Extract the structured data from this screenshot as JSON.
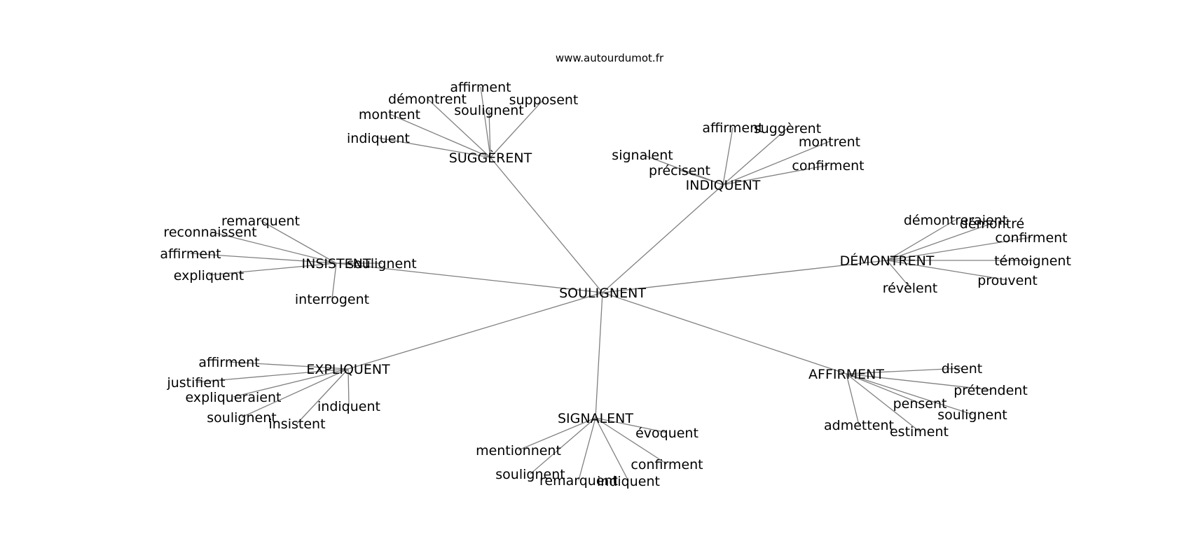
{
  "source_label": "www.autourdumot.fr",
  "center": {
    "id": "center",
    "label": "SOULIGNENT"
  },
  "groups": [
    {
      "id": "sugg",
      "label": "SUGGÈRENT",
      "children": [
        {
          "id": "sugg-1",
          "label": "affirment"
        },
        {
          "id": "sugg-2",
          "label": "démontrent"
        },
        {
          "id": "sugg-3",
          "label": "supposent"
        },
        {
          "id": "sugg-4",
          "label": "soulignent"
        },
        {
          "id": "sugg-5",
          "label": "montrent"
        },
        {
          "id": "sugg-6",
          "label": "indiquent"
        }
      ]
    },
    {
      "id": "indi",
      "label": "INDIQUENT",
      "children": [
        {
          "id": "indi-1",
          "label": "affirment"
        },
        {
          "id": "indi-2",
          "label": "suggèrent"
        },
        {
          "id": "indi-3",
          "label": "montrent"
        },
        {
          "id": "indi-4",
          "label": "signalent"
        },
        {
          "id": "indi-5",
          "label": "confirment"
        },
        {
          "id": "indi-6",
          "label": "précisent"
        }
      ]
    },
    {
      "id": "demo",
      "label": "DÉMONTRENT",
      "children": [
        {
          "id": "demo-1",
          "label": "démontreraient"
        },
        {
          "id": "demo-2",
          "label": "démontré"
        },
        {
          "id": "demo-3",
          "label": "confirment"
        },
        {
          "id": "demo-4",
          "label": "témoignent"
        },
        {
          "id": "demo-5",
          "label": "prouvent"
        },
        {
          "id": "demo-6",
          "label": "révèlent"
        }
      ]
    },
    {
      "id": "insi",
      "label": "INSISTENT",
      "children": [
        {
          "id": "insi-1",
          "label": "remarquent"
        },
        {
          "id": "insi-2",
          "label": "reconnaissent"
        },
        {
          "id": "insi-3",
          "label": "affirment"
        },
        {
          "id": "insi-4",
          "label": "soulignent"
        },
        {
          "id": "insi-5",
          "label": "expliquent"
        },
        {
          "id": "insi-6",
          "label": "interrogent"
        }
      ]
    },
    {
      "id": "expl",
      "label": "EXPLIQUENT",
      "children": [
        {
          "id": "expl-1",
          "label": "affirment"
        },
        {
          "id": "expl-2",
          "label": "justifient"
        },
        {
          "id": "expl-3",
          "label": "expliqueraient"
        },
        {
          "id": "expl-4",
          "label": "indiquent"
        },
        {
          "id": "expl-5",
          "label": "soulignent"
        },
        {
          "id": "expl-6",
          "label": "insistent"
        }
      ]
    },
    {
      "id": "sign",
      "label": "SIGNALENT",
      "children": [
        {
          "id": "sign-1",
          "label": "évoquent"
        },
        {
          "id": "sign-2",
          "label": "mentionnent"
        },
        {
          "id": "sign-3",
          "label": "confirment"
        },
        {
          "id": "sign-4",
          "label": "soulignent"
        },
        {
          "id": "sign-5",
          "label": "remarquent"
        },
        {
          "id": "sign-6",
          "label": "indiquent"
        }
      ]
    },
    {
      "id": "affi",
      "label": "AFFIRMENT",
      "children": [
        {
          "id": "affi-1",
          "label": "disent"
        },
        {
          "id": "affi-2",
          "label": "prétendent"
        },
        {
          "id": "affi-3",
          "label": "pensent"
        },
        {
          "id": "affi-4",
          "label": "soulignent"
        },
        {
          "id": "affi-5",
          "label": "admettent"
        },
        {
          "id": "affi-6",
          "label": "estiment"
        }
      ]
    }
  ]
}
